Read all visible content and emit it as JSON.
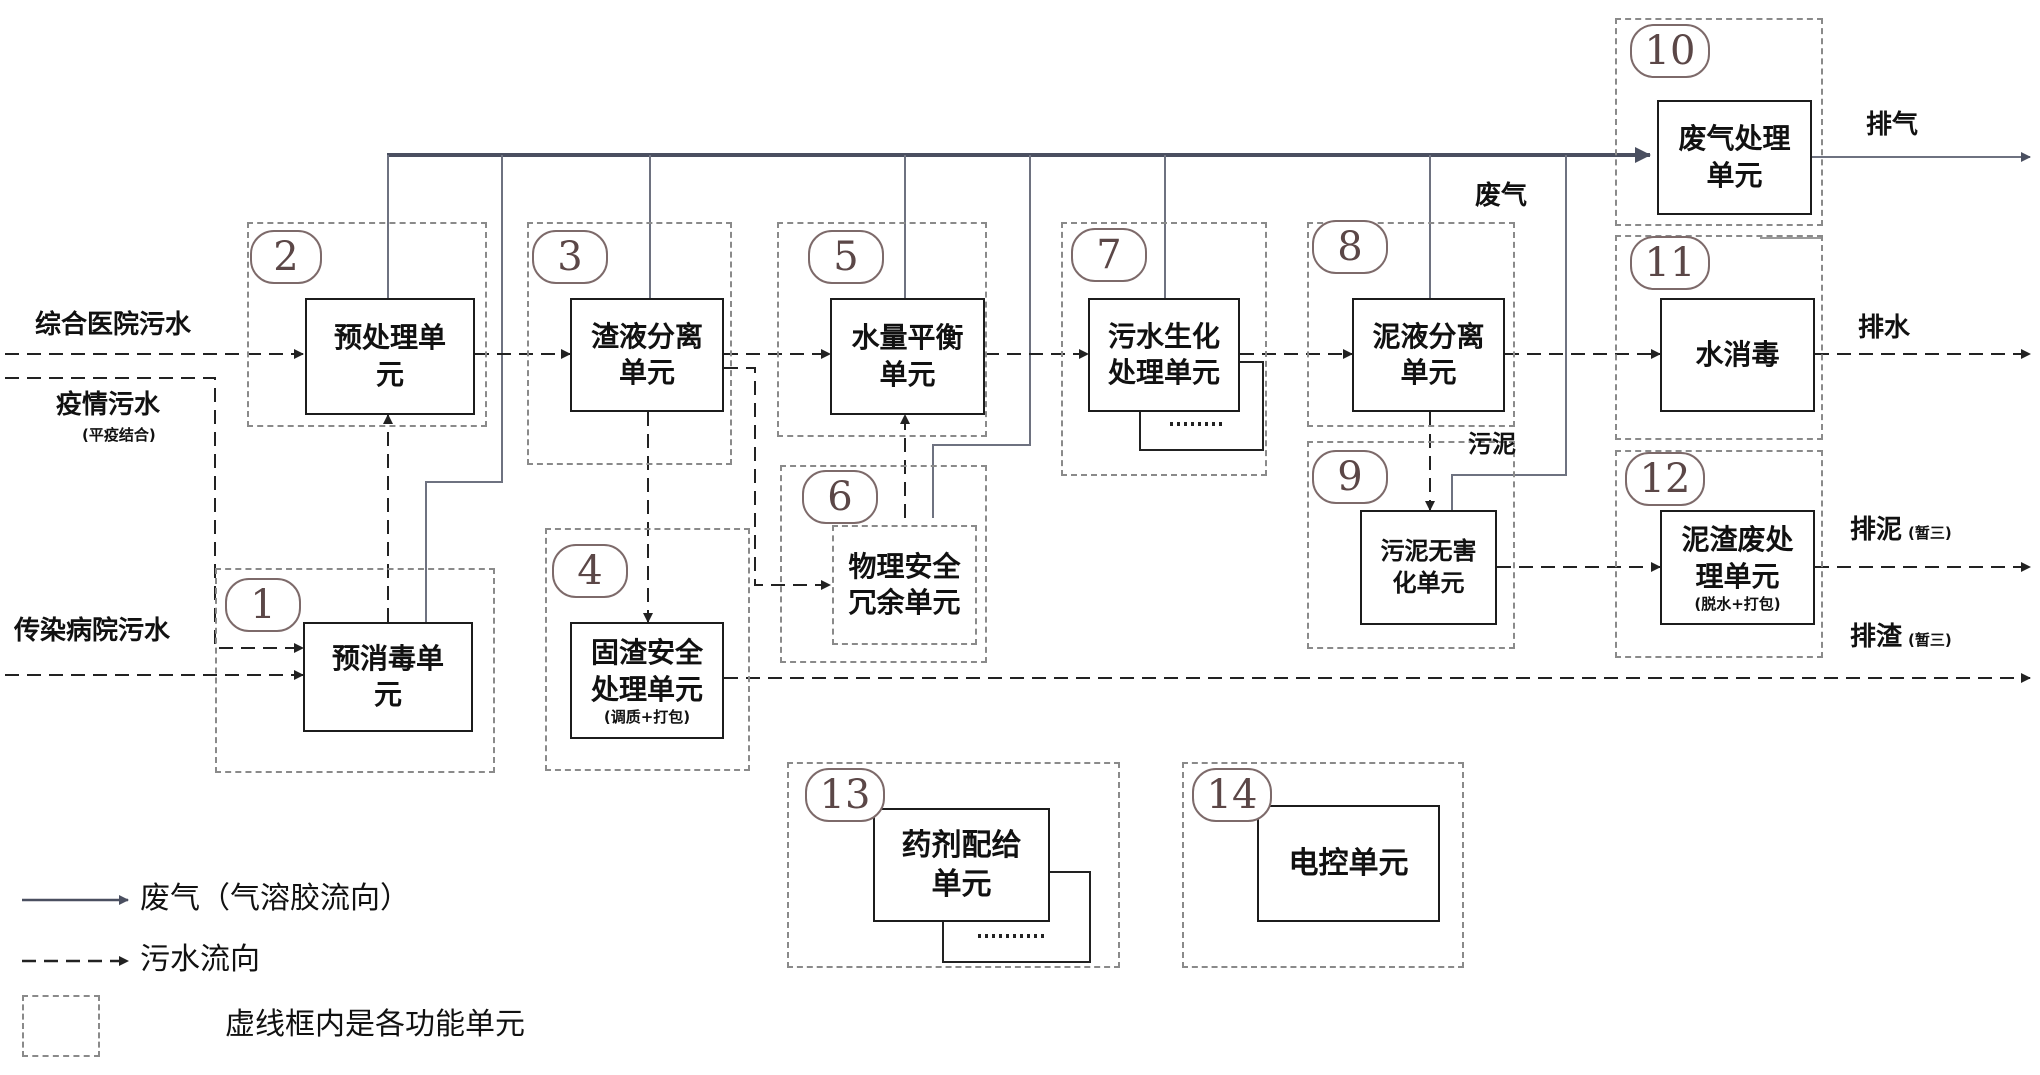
{
  "units": {
    "u1": {
      "num": "1",
      "line1": "预消毒单",
      "line2": "元"
    },
    "u2": {
      "num": "2",
      "line1": "预处理单",
      "line2": "元"
    },
    "u3": {
      "num": "3",
      "line1": "渣液分离",
      "line2": "单元"
    },
    "u4": {
      "num": "4",
      "line1": "固渣安全",
      "line2": "处理单元",
      "sub": "(调质+打包)"
    },
    "u5": {
      "num": "5",
      "line1": "水量平衡",
      "line2": "单元"
    },
    "u6": {
      "num": "6",
      "line1": "物理安全",
      "line2": "冗余单元"
    },
    "u7": {
      "num": "7",
      "line1": "污水生化",
      "line2": "处理单元"
    },
    "u8": {
      "num": "8",
      "line1": "泥液分离",
      "line2": "单元"
    },
    "u9": {
      "num": "9",
      "line1": "污泥无害",
      "line2": "化单元"
    },
    "u10": {
      "num": "10",
      "line1": "废气处理",
      "line2": "单元"
    },
    "u11": {
      "num": "11",
      "line1": "水消毒"
    },
    "u12": {
      "num": "12",
      "line1": "泥渣废处",
      "line2": "理单元",
      "sub": "(脱水+打包)"
    },
    "u13": {
      "num": "13",
      "line1": "药剂配给",
      "line2": "单元"
    },
    "u14": {
      "num": "14",
      "line1": "电控单元"
    }
  },
  "inputs": {
    "general": "综合医院污水",
    "epidemic": "疫情污水",
    "epidemic_note": "(平疫结合)",
    "infectious": "传染病院污水"
  },
  "outputs": {
    "exhaust": "排气",
    "drain": "排水",
    "sludge": "排泥",
    "sludge_note": "(暂三)",
    "residue": "排渣",
    "residue_note": "(暂三)"
  },
  "labels": {
    "waste_gas": "废气",
    "sludge": "污泥"
  },
  "legend": {
    "gas": "废气（气溶胶流向）",
    "sewage": "污水流向",
    "frame": "虚线框内是各功能单元"
  },
  "colors": {
    "gas_line": "#6e7280",
    "gas_main": "#4a4f60",
    "sewage_line": "#222222",
    "frame": "#8a8a8a",
    "number_text": "#5b4747"
  }
}
